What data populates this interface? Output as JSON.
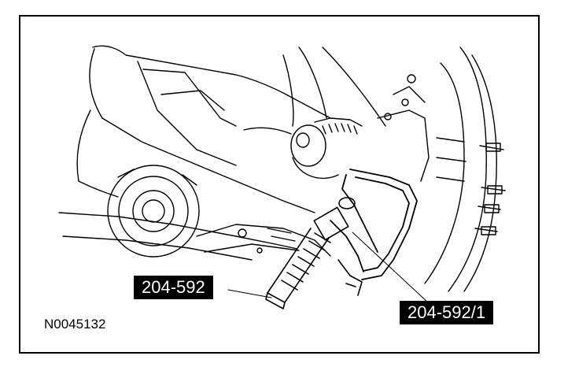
{
  "figure": {
    "id": "N0045132",
    "callouts": [
      {
        "key": "tool",
        "text": "204-592"
      },
      {
        "key": "adapter",
        "text": "204-592/1"
      }
    ]
  },
  "colors": {
    "ink": "#000000",
    "paper": "#ffffff"
  }
}
